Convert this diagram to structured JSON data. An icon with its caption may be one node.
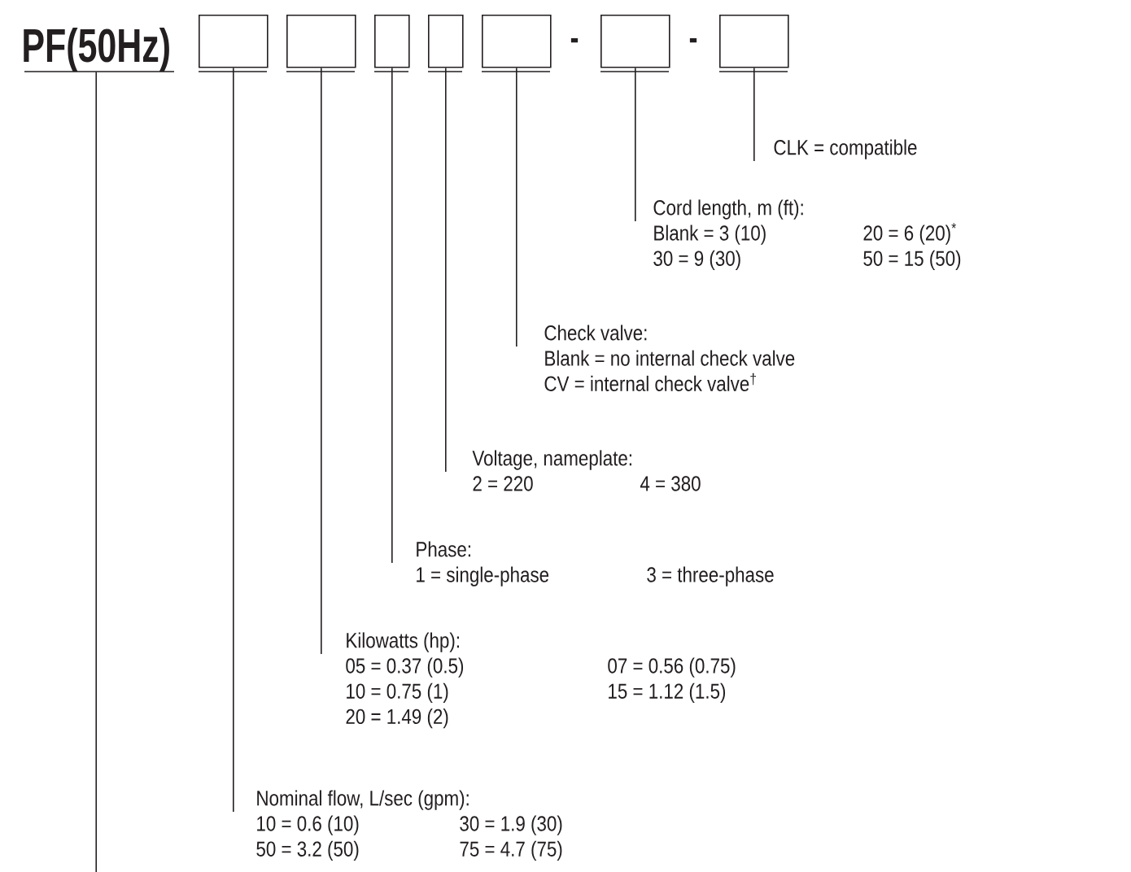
{
  "diagram": {
    "nodes": [
      {
        "text": [
          "PF(50Hz)"
        ]
      },
      {
        "text": [],
        "shape": "box"
      },
      {
        "text": [],
        "shape": "box"
      },
      {
        "text": [],
        "shape": "box"
      },
      {
        "text": [],
        "shape": "box"
      },
      {
        "text": [],
        "shape": "box"
      },
      {
        "text": [],
        "shape": "box"
      },
      {
        "text": [],
        "shape": "box"
      },
      {
        "text": [
          "CLK = compatible"
        ]
      },
      {
        "text": [
          "Cord length, m (ft):",
          "Blank = 3 (10)",
          "20 = 6 (20)$^{*}$",
          "30 = 9 (30)",
          "50 = 15 (50)"
        ]
      },
      {
        "text": [
          "Check valve:",
          "Blank = no internal check valve",
          "CV = internal check valve$^{†}$"
        ]
      },
      {
        "text": [
          "Voltage, nameplate:",
          "2 = 220",
          "4 = 380"
        ]
      },
      {
        "text": [
          "Phase:",
          "1 = single-phase",
          "3 = three-phase"
        ]
      },
      {
        "text": [
          "Kilowatts (hp):",
          "05 = 0.37 (0.5)",
          "07 = 0.56 (0.75)",
          "10 = 0.75 (1)",
          "15 = 1.12 (1.5)",
          "20 = 1.49 (2)"
        ]
      },
      {
        "text": [
          "Nominal flow, L/sec (gpm):",
          "10 = 0.6 (10)",
          "30 = 1.9 (30)",
          "50 = 3.2 (50)",
          "75 = 4.7 (75)"
        ]
      }
    ],
    "edges": [
      {
        "from": 0,
        "to": null,
        "arrow": "none"
      },
      {
        "from": 1,
        "to": 14,
        "arrow": "none"
      },
      {
        "from": 2,
        "to": 13,
        "arrow": "none"
      },
      {
        "from": 3,
        "to": 12,
        "arrow": "none"
      },
      {
        "from": 4,
        "to": 11,
        "arrow": "none"
      },
      {
        "from": 5,
        "to": 10,
        "arrow": "none"
      },
      {
        "from": 6,
        "to": 9,
        "arrow": "none"
      },
      {
        "from": 7,
        "to": 8,
        "arrow": "none"
      }
    ],
    "labels": [
      "-",
      "-"
    ]
  }
}
